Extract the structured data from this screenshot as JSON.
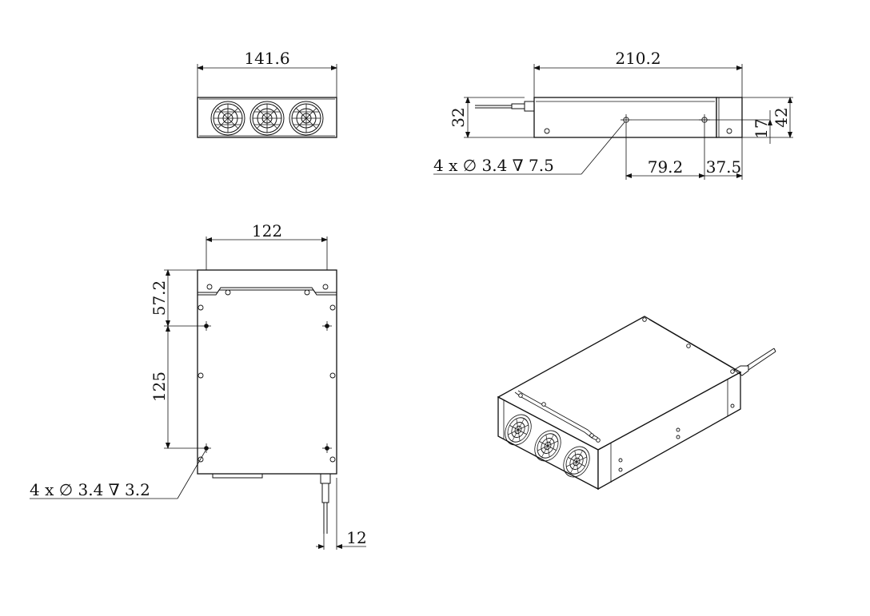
{
  "front_view": {
    "width_dim": "141.6",
    "fan_count": 3
  },
  "side_view": {
    "length_dim": "210.2",
    "height_dim": "32",
    "hole_pitch_dim": "79.2",
    "rear_offset_dim": "37.5",
    "hole_height_dim": "17",
    "total_height_dim": "42",
    "hole_callout": "4 x ∅ 3.4 ∇ 7.5"
  },
  "top_view": {
    "width_dim": "122",
    "front_offset_dim": "57.2",
    "hole_span_dim": "125",
    "fiber_offset_dim": "12",
    "hole_callout": "4 x ∅ 3.4 ∇ 3.2"
  },
  "iso_view": {
    "fan_count": 3
  }
}
